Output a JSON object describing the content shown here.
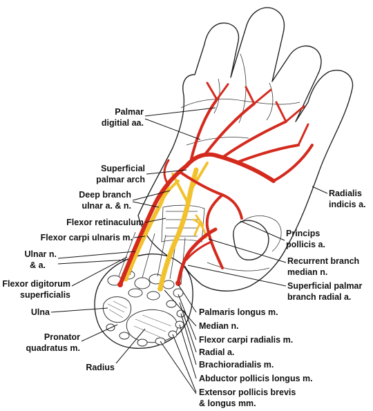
{
  "colors": {
    "artery": "#d42a1e",
    "nerve": "#f2c12e",
    "outline": "#222222",
    "label": "#111111"
  },
  "labels": {
    "palmar_digital_aa_1": "Palmar",
    "palmar_digital_aa_2": "digitial aa.",
    "superficial_palmar_arch_1": "Superficial",
    "superficial_palmar_arch_2": "palmar arch",
    "deep_branch_1": "Deep branch",
    "deep_branch_2": "ulnar a. & n.",
    "flexor_retinaculum": "Flexor retinaculum",
    "flexor_carpi_ulnaris": "Flexor carpi ulnaris m.",
    "ulnar_n_1": "Ulnar n.",
    "ulnar_n_2": "& a.",
    "flexor_digitorum_1": "Flexor digitorum",
    "flexor_digitorum_2": "superficialis",
    "ulna": "Ulna",
    "pronator_1": "Pronator",
    "pronator_2": "quadratus m.",
    "radius": "Radius",
    "radialis_indicis_1": "Radialis",
    "radialis_indicis_2": "indicis a.",
    "princips_pollicis_1": "Princips",
    "princips_pollicis_2": "pollicis a.",
    "recurrent_branch_1": "Recurrent branch",
    "recurrent_branch_2": "median n.",
    "superficial_palmar_branch_1": "Superficial palmar",
    "superficial_palmar_branch_2": "branch radial a.",
    "palmaris_longus": "Palmaris longus m.",
    "median_n": "Median n.",
    "flexor_carpi_radialis": "Flexor carpi radialis m.",
    "radial_a": "Radial a.",
    "brachioradialis": "Brachioradialis m.",
    "abductor_pollicis_longus": "Abductor pollicis longus m.",
    "extensor_pollicis_1": "Extensor pollicis brevis",
    "extensor_pollicis_2": "& longus mm."
  }
}
